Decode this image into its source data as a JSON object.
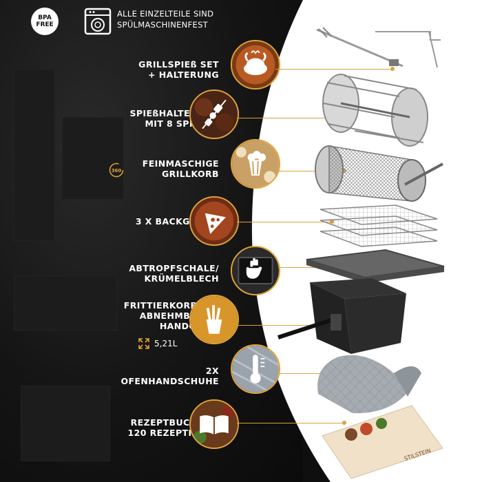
{
  "badges": {
    "bpa_line1": "BPA",
    "bpa_line2": "FREE",
    "dishwasher_line1": "ALLE EINZELTEILE SIND",
    "dishwasher_line2": "SPÜLMASCHINENFEST"
  },
  "features": [
    {
      "line1": "GRILLSPIEß SET",
      "line2": "+ HALTERUNG",
      "icon": "roast-chicken-icon"
    },
    {
      "line1": "SPIEßHALTERUNG",
      "line2": "MIT 8 SPIEßEN",
      "icon": "skewer-icon"
    },
    {
      "line1": "FEINMASCHIGE",
      "line2": "GRILLKORB",
      "icon": "popcorn-icon"
    },
    {
      "line1": "3 X BACKGITTER",
      "line2": "",
      "icon": "pizza-icon"
    },
    {
      "line1": "ABTROPFSCHALE/",
      "line2": "KRÜMELBLECH",
      "icon": "cleaning-glove-icon"
    },
    {
      "line1": "FRITTIERKORB MIT",
      "line2": "ABNEHMBAREM",
      "line3": "HANDGRIFF",
      "icon": "fries-icon"
    },
    {
      "line1": "2X",
      "line2": "OFENHANDSCHUHE",
      "icon": "oven-mitt-icon"
    },
    {
      "line1": "REZEPTBUCH MIT",
      "line2": "120 REZEPTIDEEN",
      "icon": "recipe-book-icon"
    }
  ],
  "rotation_badge": "360",
  "capacity": "5,21L",
  "book_brand": "STILSTEIN",
  "colors": {
    "accent": "#e2a33a",
    "background": "#0f0f0f",
    "panel": "#ffffff"
  }
}
